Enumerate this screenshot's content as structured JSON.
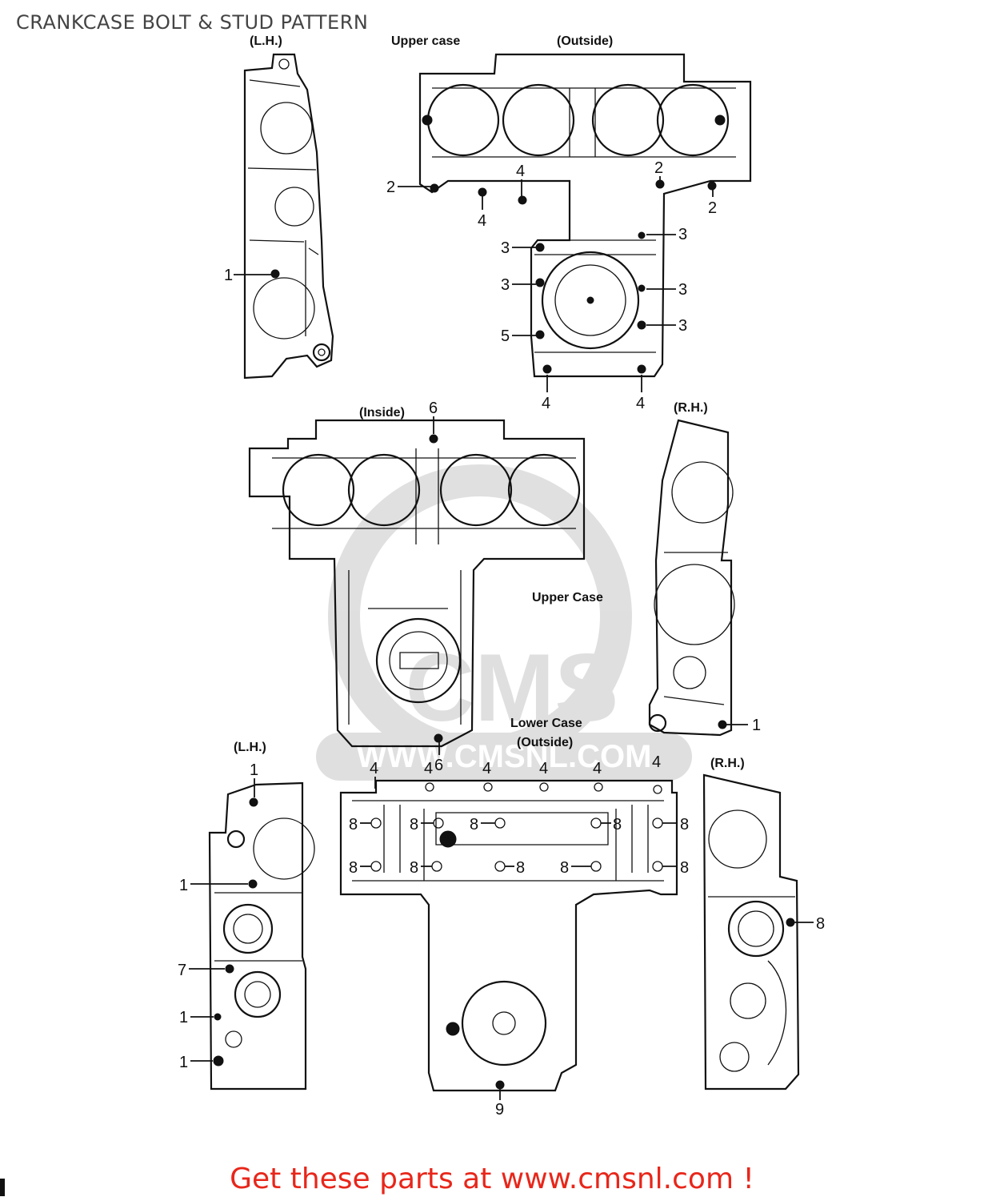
{
  "title": "CRANKCASE BOLT & STUD PATTERN",
  "footer": "Get these parts at www.cmsnl.com !",
  "watermark": {
    "brand": "CMS",
    "url": "WWW.CMSNL.COM"
  },
  "captions": {
    "lh_top": "(L.H.)",
    "upper_case": "Upper case",
    "outside_top": "(Outside)",
    "inside": "(Inside)",
    "rh_mid": "(R.H.)",
    "upper_case_2": "Upper  Case",
    "lower_case": "Lower Case",
    "outside_lower": "(Outside)",
    "lh_bottom": "(L.H.)",
    "rh_bottom": "(R.H.)"
  },
  "callouts": {
    "c_lh_1": "1",
    "c_up_2a": "2",
    "c_up_4a": "4",
    "c_up_4b": "4",
    "c_up_2b": "2",
    "c_up_2c": "2",
    "c_up_3a": "3",
    "c_up_3b": "3",
    "c_up_3c": "3",
    "c_up_3d": "3",
    "c_up_3e": "3",
    "c_up_5": "5",
    "c_up_4c": "4",
    "c_up_4d": "4",
    "c_in_6a": "6",
    "c_in_6b": "6",
    "c_rh_1": "1",
    "c_lo_4a": "4",
    "c_lo_4b": "4",
    "c_lo_4c": "4",
    "c_lo_4d": "4",
    "c_lo_4e": "4",
    "c_lo_4f": "4",
    "c_lo_8a": "8",
    "c_lo_8b": "8",
    "c_lo_8c": "8",
    "c_lo_8d": "8",
    "c_lo_8e": "8",
    "c_lo_8f": "8",
    "c_lo_8g": "8",
    "c_lo_8h": "8",
    "c_lo_8i": "8",
    "c_lo_8j": "8",
    "c_lo_9": "9",
    "c_lhb_1a": "1",
    "c_lhb_1b": "1",
    "c_lhb_7": "7",
    "c_lhb_1c": "1",
    "c_lhb_1d": "1",
    "c_rhb_8": "8"
  }
}
